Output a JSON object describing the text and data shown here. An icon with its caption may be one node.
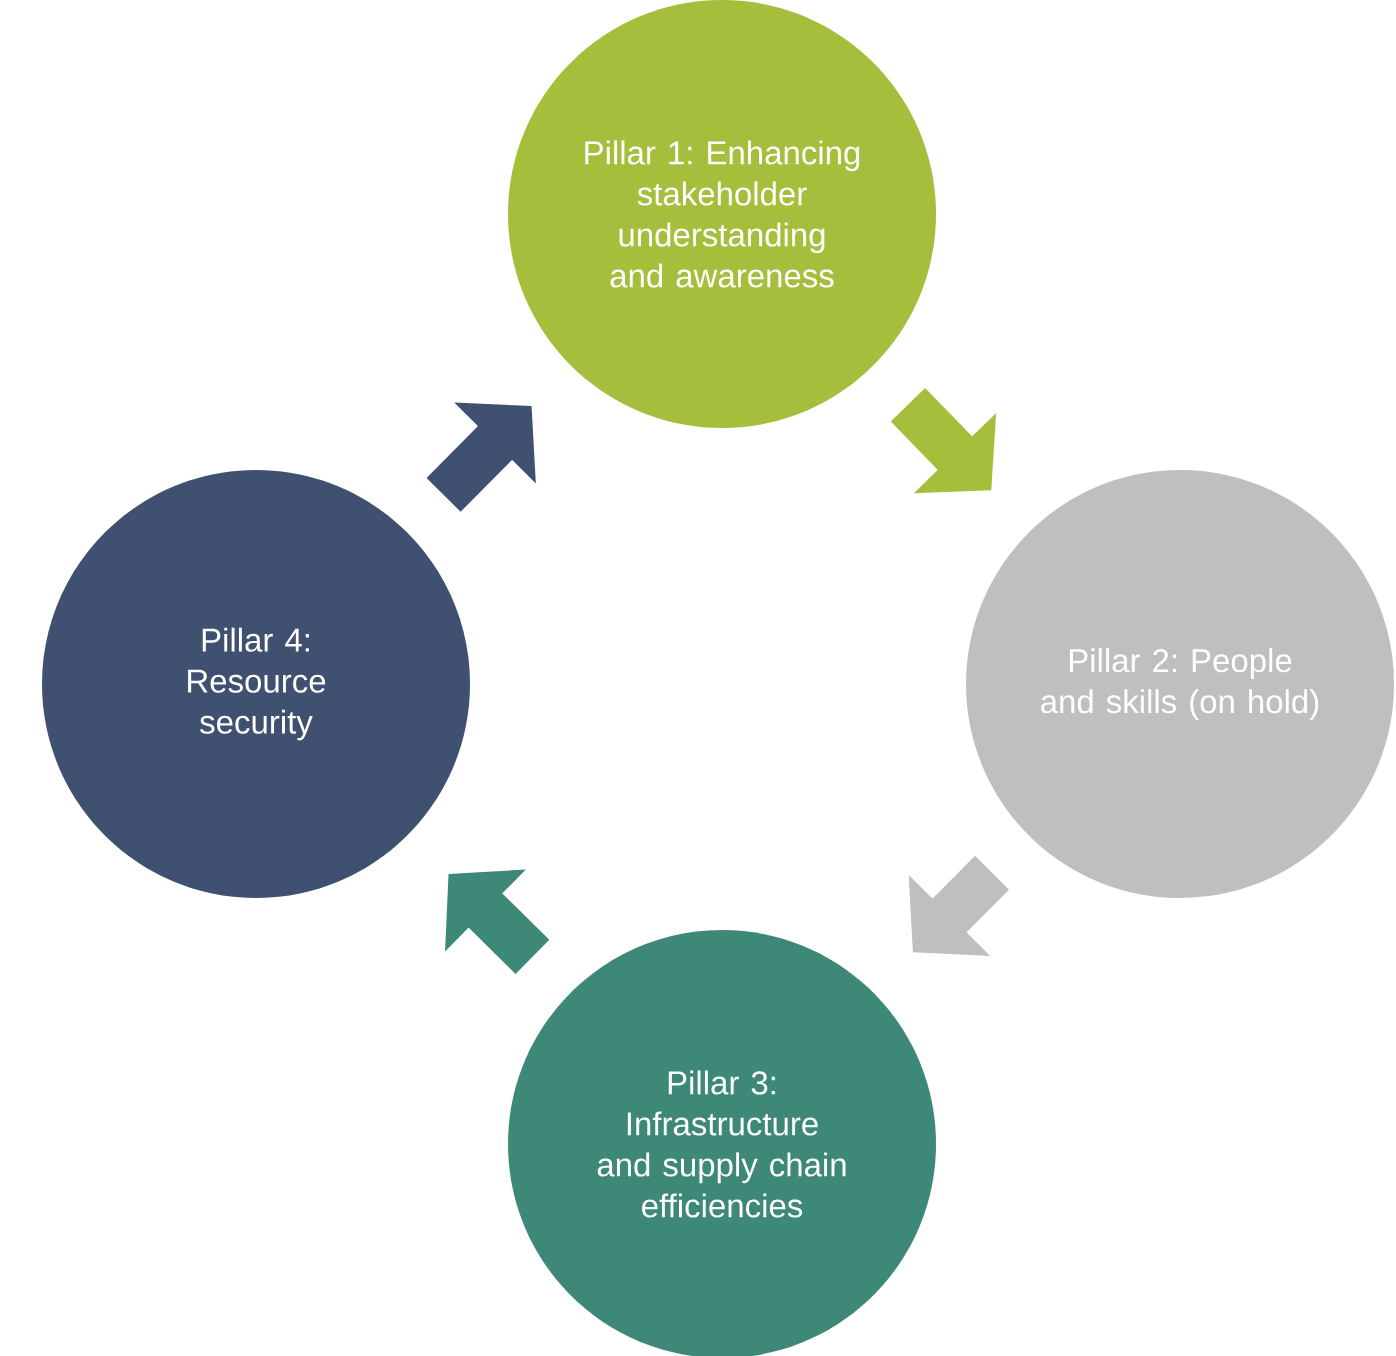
{
  "diagram": {
    "nodes": [
      {
        "text": [
          "Pillar 1: Enhancing stakeholder understanding and awareness"
        ]
      },
      {
        "text": [
          "Pillar 2: People and skills (on hold)"
        ]
      },
      {
        "text": [
          "Pillar 3: Infrastructure and supply chain efficiencies"
        ]
      },
      {
        "text": [
          "Pillar 4: Resource security"
        ]
      }
    ],
    "edges": [
      {
        "from": 0,
        "to": 1,
        "arrow": "to",
        "color": "#a5bf3c"
      },
      {
        "from": 1,
        "to": 2,
        "arrow": "to",
        "color": "#bfbfbf"
      },
      {
        "from": 2,
        "to": 3,
        "arrow": "to",
        "color": "#3e8878"
      },
      {
        "from": 3,
        "to": 0,
        "arrow": "to",
        "color": "#3f5070"
      }
    ]
  }
}
